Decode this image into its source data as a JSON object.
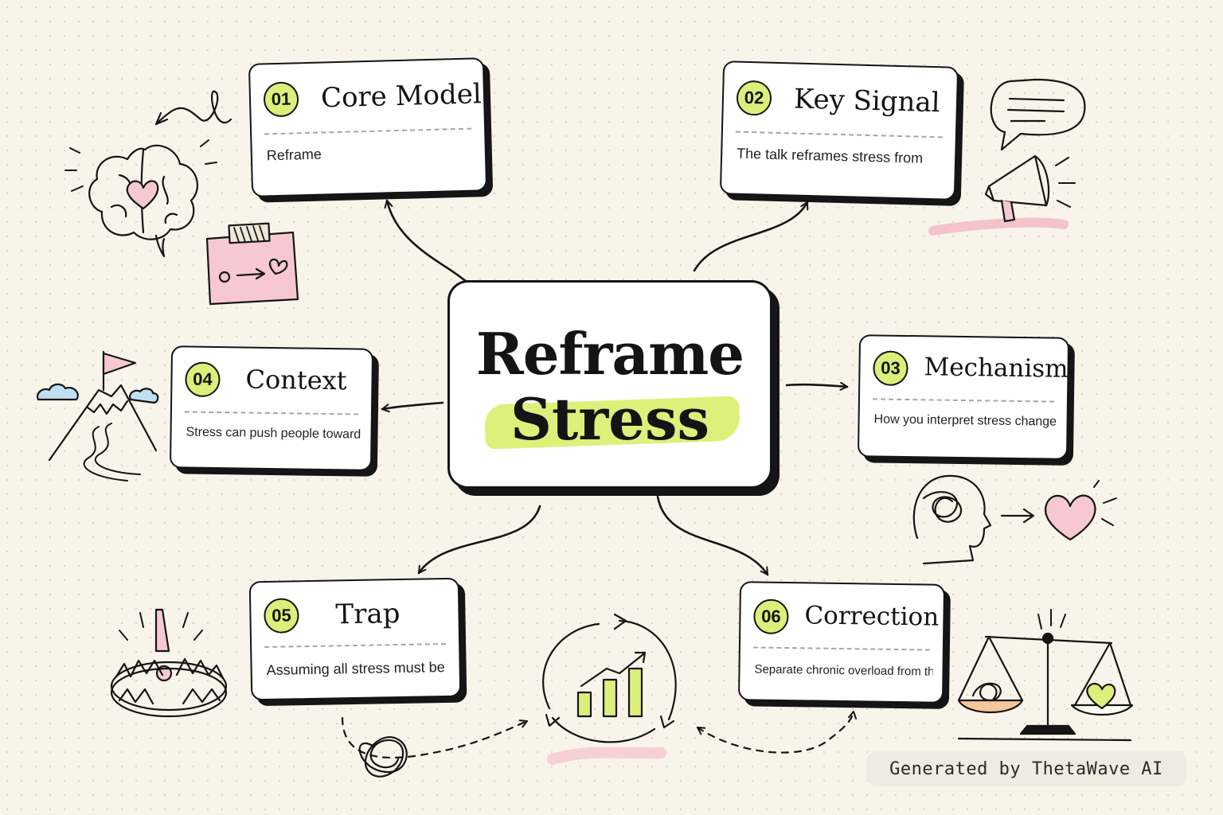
{
  "center": {
    "line1": "Reframe",
    "line2": "Stress"
  },
  "nodes": [
    {
      "num": "01",
      "title": "Core Model",
      "text": "Reframe"
    },
    {
      "num": "02",
      "title": "Key Signal",
      "text": "The talk reframes stress from"
    },
    {
      "num": "03",
      "title": "Mechanism",
      "text": "How you interpret stress changes"
    },
    {
      "num": "04",
      "title": "Context",
      "text": "Stress can push people toward"
    },
    {
      "num": "05",
      "title": "Trap",
      "text": "Assuming all stress must be"
    },
    {
      "num": "06",
      "title": "Correction",
      "text": "Separate chronic overload from the"
    }
  ],
  "footer": {
    "watermark": "Generated by ThetaWave AI"
  },
  "colors": {
    "accent_lime": "#dcef7a",
    "accent_pink": "#f6c9d0",
    "ink": "#151515",
    "paper": "#f8f4ea"
  },
  "icons": [
    "brain-heart-icon",
    "sticky-note-icon",
    "speech-bubble-icon",
    "megaphone-icon",
    "mountain-flag-icon",
    "head-tangle-icon",
    "heart-icon",
    "bear-trap-icon",
    "growth-cycle-icon",
    "balance-scale-icon",
    "tangle-scribble-icon"
  ]
}
